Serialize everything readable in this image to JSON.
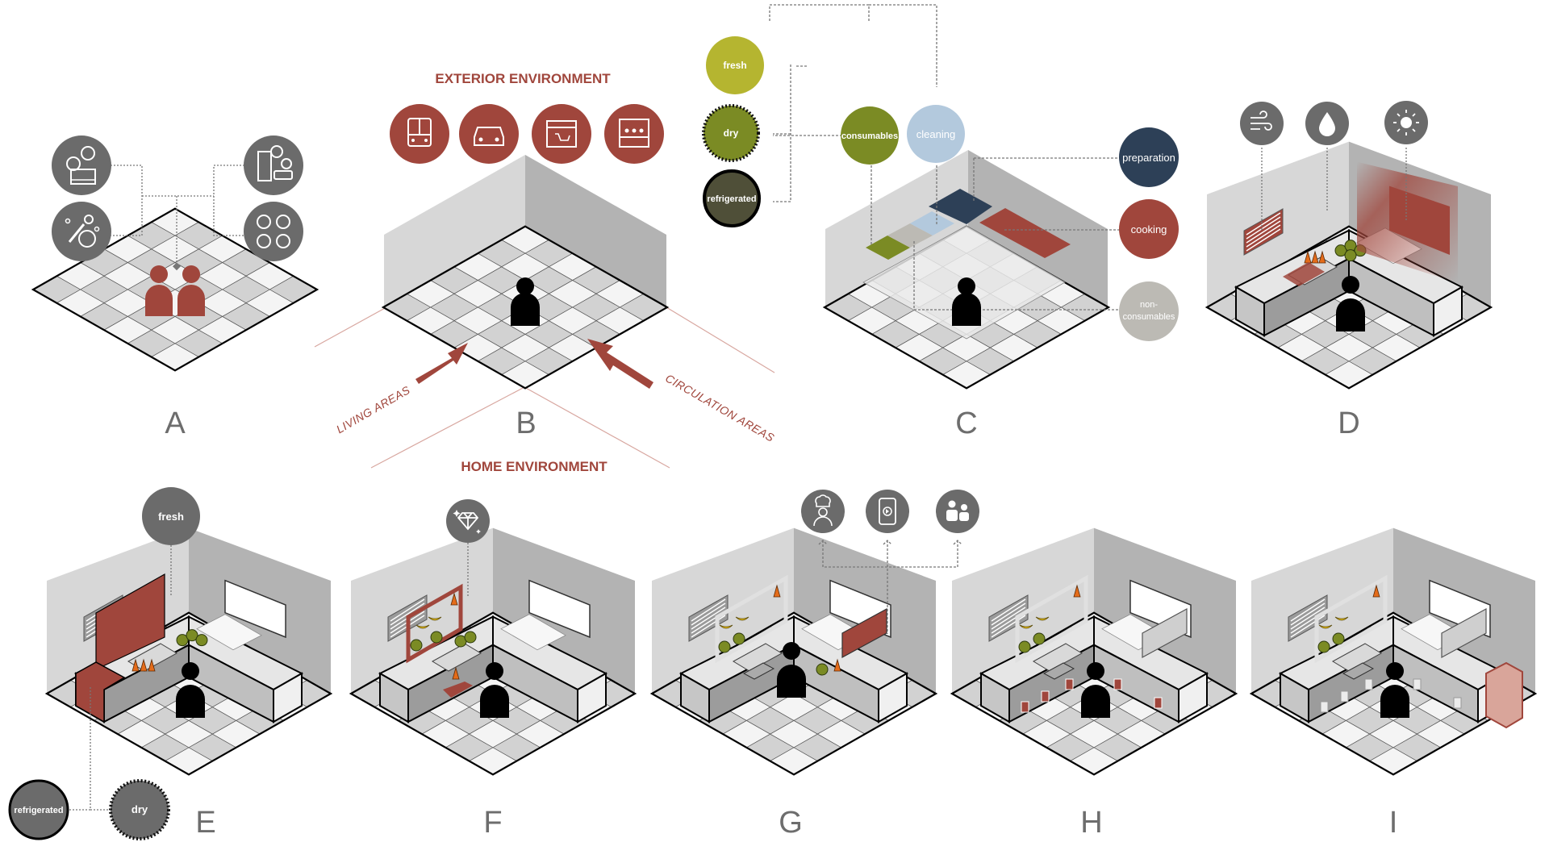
{
  "title": "Kitchen design strategy diagram panels A–I",
  "colors": {
    "accent_red": "#a0463c",
    "icon_gray": "#6b6b6b",
    "fresh": "#b5b530",
    "dry": "#7b8b24",
    "refrigerated": "#4f4f38",
    "consumables": "#7b8b24",
    "cleaning": "#b3c9dd",
    "preparation": "#2d4057",
    "cooking": "#a0463c",
    "non_consumables": "#bcbab4"
  },
  "panels": [
    {
      "letter": "A",
      "icons": [
        "money-cash-icon",
        "food-vegetables-icon",
        "buildings-finance-transport-icon",
        "family-faces-icon"
      ],
      "figure": "two-people"
    },
    {
      "letter": "B",
      "heading_top": "EXTERIOR ENVIRONMENT",
      "heading_bottom": "HOME ENVIRONMENT",
      "left_arrow_label": "LIVING AREAS",
      "right_arrow_label": "CIRCULATION AREAS",
      "icons": [
        "bus-icon",
        "car-icon",
        "grocery-store-icon",
        "market-stall-icon"
      ]
    },
    {
      "letter": "C",
      "storage": [
        {
          "label": "fresh"
        },
        {
          "label": "dry"
        },
        {
          "label": "refrigerated"
        }
      ],
      "zones": [
        {
          "label": "consumables"
        },
        {
          "label": "cleaning"
        },
        {
          "label": "preparation"
        },
        {
          "label": "cooking"
        },
        {
          "label": "non-\nconsumables",
          "line1": "non-",
          "line2": "consumables"
        }
      ]
    },
    {
      "letter": "D",
      "icons": [
        "wind-ventilation-icon",
        "water-drop-icon",
        "sun-light-icon"
      ]
    },
    {
      "letter": "E",
      "top_circle": "fresh",
      "bottom_circles": [
        "refrigerated",
        "dry"
      ]
    },
    {
      "letter": "F",
      "icons": [
        "diamond-quality-icon"
      ]
    },
    {
      "letter": "G",
      "icons": [
        "chef-icon",
        "mobile-video-icon",
        "people-icon"
      ]
    },
    {
      "letter": "H"
    },
    {
      "letter": "I"
    }
  ]
}
